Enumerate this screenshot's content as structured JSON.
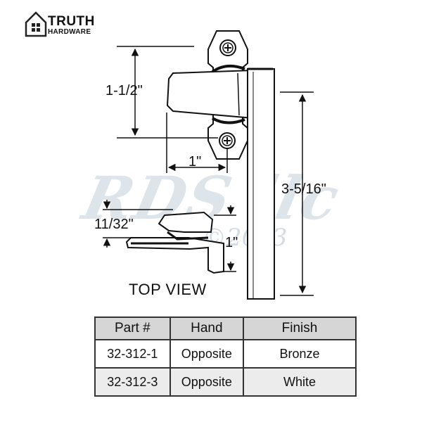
{
  "logo": {
    "brand": "TRUTH",
    "sub": "HARDWARE",
    "icon": "house-icon"
  },
  "dimensions": {
    "height_top": "1-1/2\"",
    "width_handle": "1\"",
    "length_total": "3-5/16\"",
    "top_thickness": "11/32\"",
    "top_depth": "1\""
  },
  "watermark": {
    "main": "RDS llc",
    "copyright": "©2023"
  },
  "top_view_label": "TOP VIEW",
  "table": {
    "headers": [
      "Part #",
      "Hand",
      "Finish"
    ],
    "rows": [
      [
        "32-312-1",
        "Opposite",
        "Bronze"
      ],
      [
        "32-312-3",
        "Opposite",
        "White"
      ]
    ]
  }
}
